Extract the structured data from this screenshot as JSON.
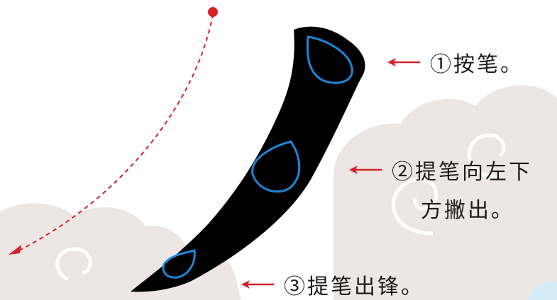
{
  "colors": {
    "background": "#ffffff",
    "cloud": "#ece6e4",
    "stroke_ink": "#000000",
    "pressure_outline": "#1f86d6",
    "guide_path": "#d8202a",
    "arrow": "#d8202a",
    "text": "#1c1c1c"
  },
  "steps": [
    {
      "text": "①按笔。"
    },
    {
      "text": "②提笔向左下",
      "continuation": "方撇出。"
    },
    {
      "text": "③提笔出锋。"
    }
  ],
  "icons": {
    "start_point": "red-dot-icon",
    "direction_arrow": "red-dashed-arrow-icon",
    "pointer_arrow": "red-left-arrow-icon",
    "pressure_mark": "teardrop-icon"
  }
}
